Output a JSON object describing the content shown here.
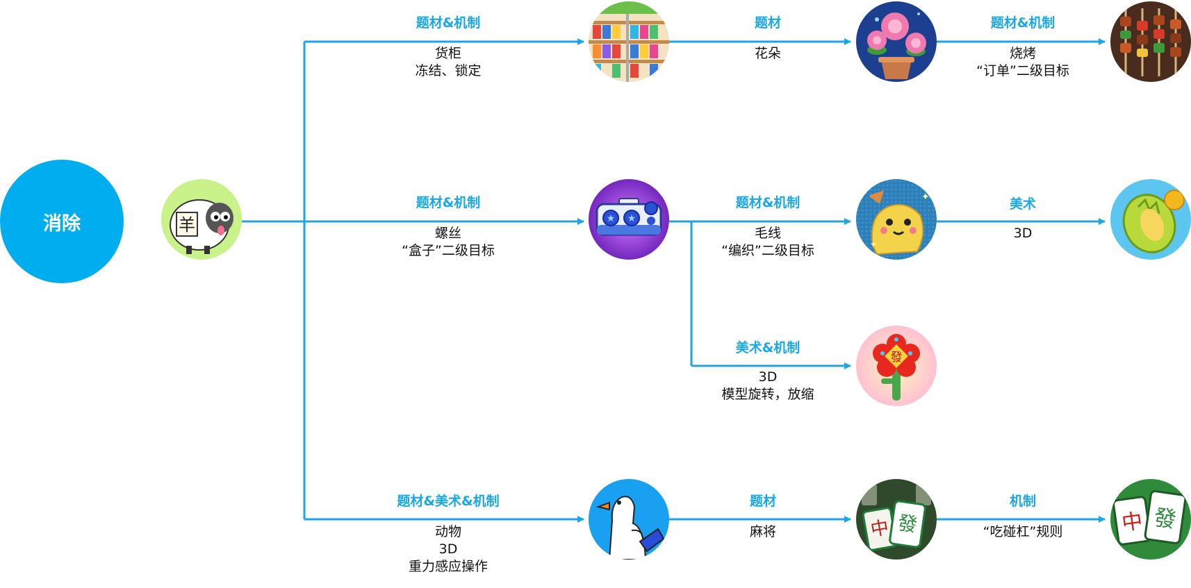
{
  "root": {
    "label": "消除"
  },
  "colors": {
    "accent": "#00aeef",
    "line": "#1aa7e6",
    "tag_text": "#1aa7e6",
    "body_text": "#111111"
  },
  "icons": {
    "sheep": "sheep-game-icon",
    "shelf": "supermarket-shelf-icon",
    "flower": "potted-peony-icon",
    "bbq": "barbecue-skewers-icon",
    "screw": "screw-box-icon",
    "yarn": "knitted-yarn-character-icon",
    "durian": "durian-3d-icon",
    "plum": "lucky-fa-blossom-icon",
    "goose": "white-goose-icon",
    "mahjong": "mahjong-tiles-icon",
    "mahjong2": "mahjong-zhong-fa-icon"
  },
  "edges": [
    {
      "tag": "题材&机制",
      "lines": [
        "货柜",
        "冻结、锁定"
      ]
    },
    {
      "tag": "题材",
      "lines": [
        "花朵"
      ]
    },
    {
      "tag": "题材&机制",
      "lines": [
        "烧烤",
        "“订单”二级目标"
      ]
    },
    {
      "tag": "题材&机制",
      "lines": [
        "螺丝",
        "“盒子”二级目标"
      ]
    },
    {
      "tag": "题材&机制",
      "lines": [
        "毛线",
        "“编织”二级目标"
      ]
    },
    {
      "tag": "美术",
      "lines": [
        "3D"
      ]
    },
    {
      "tag": "美术&机制",
      "lines": [
        "3D",
        "模型旋转，放缩"
      ]
    },
    {
      "tag": "题材&美术&机制",
      "lines": [
        "动物",
        "3D",
        "重力感应操作"
      ]
    },
    {
      "tag": "题材",
      "lines": [
        "麻将"
      ]
    },
    {
      "tag": "机制",
      "lines": [
        "“吃碰杠”规则"
      ]
    }
  ]
}
